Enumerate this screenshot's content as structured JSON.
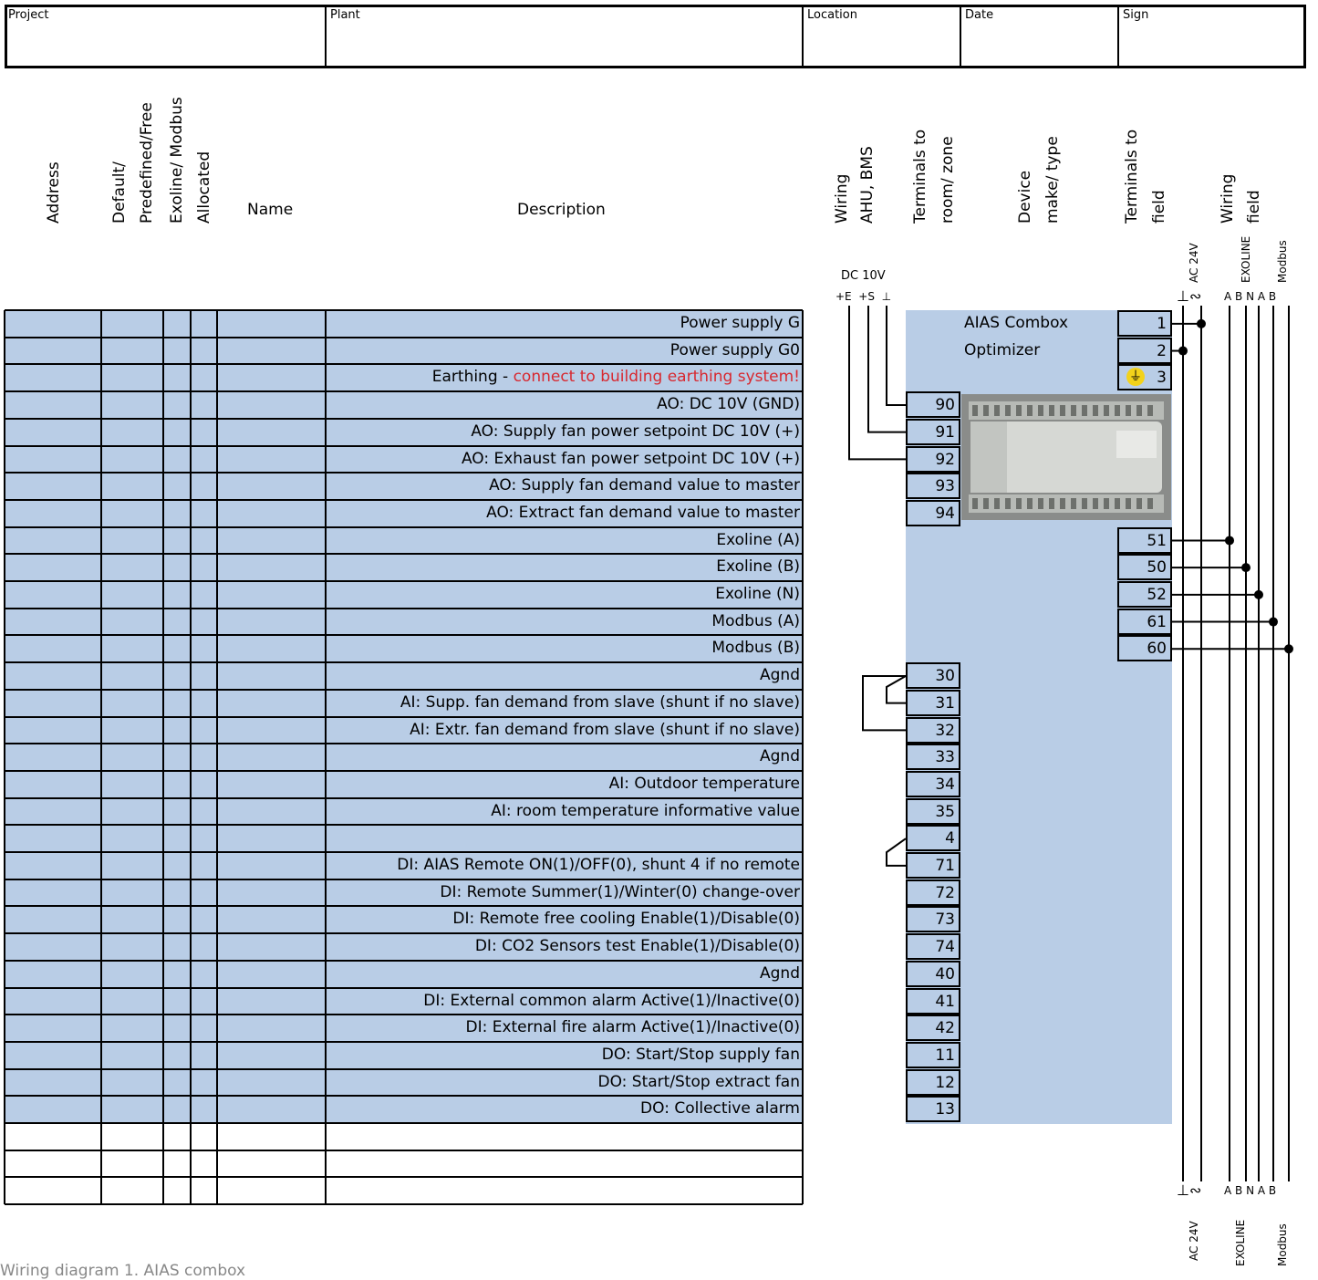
{
  "header": {
    "project_label": "Project",
    "plant_label": "Plant",
    "location_label": "Location",
    "date_label": "Date",
    "sign_label": "Sign"
  },
  "columns": {
    "address": "Address",
    "default_l1": "Default/",
    "default_l2": "Predefined/Free",
    "exoline_l1": "Exoline/ Modbus",
    "exoline_l2": "Allocated",
    "name": "Name",
    "description": "Description",
    "wiring_l1": "Wiring",
    "wiring_l2": "AHU, BMS",
    "terminals_room_l1": "Terminals to",
    "terminals_room_l2": "room/ zone",
    "device_l1": "Device",
    "device_l2": "make/ type",
    "terminals_field_l1": "Terminals to",
    "terminals_field_l2": "field",
    "wiring_field_l1": "Wiring",
    "wiring_field_l2": "field"
  },
  "dc_label": "DC 10V",
  "dc_terminals": "+E  +S  ⊥",
  "device_name_l1": "AIAS Combox",
  "device_name_l2": "Optimizer",
  "bus_top": {
    "symbols": "⊥∾",
    "abnab": "A B N A B",
    "ac": "AC 24V",
    "exoline": "EXOLINE",
    "modbus": "Modbus"
  },
  "rows": [
    {
      "desc": "Power supply G",
      "red": "",
      "room": "",
      "field": "1"
    },
    {
      "desc": "Power supply G0",
      "red": "",
      "room": "",
      "field": "2"
    },
    {
      "desc": "Earthing - ",
      "red": "connect to building earthing system!",
      "room": "",
      "field": "3"
    },
    {
      "desc": "AO: DC 10V (GND)",
      "red": "",
      "room": "90",
      "field": ""
    },
    {
      "desc": "AO: Supply fan power setpoint DC 10V (+)",
      "red": "",
      "room": "91",
      "field": ""
    },
    {
      "desc": "AO: Exhaust fan power setpoint DC 10V (+)",
      "red": "",
      "room": "92",
      "field": ""
    },
    {
      "desc": "AO: Supply fan demand value to master",
      "red": "",
      "room": "93",
      "field": ""
    },
    {
      "desc": "AO: Extract fan demand value to master",
      "red": "",
      "room": "94",
      "field": ""
    },
    {
      "desc": "Exoline (A)",
      "red": "",
      "room": "",
      "field": "51"
    },
    {
      "desc": "Exoline (B)",
      "red": "",
      "room": "",
      "field": "50"
    },
    {
      "desc": "Exoline (N)",
      "red": "",
      "room": "",
      "field": "52"
    },
    {
      "desc": "Modbus (A)",
      "red": "",
      "room": "",
      "field": "61"
    },
    {
      "desc": "Modbus (B)",
      "red": "",
      "room": "",
      "field": "60"
    },
    {
      "desc": "Agnd",
      "red": "",
      "room": "30",
      "field": ""
    },
    {
      "desc": "AI: Supp. fan demand from slave (shunt if no slave)",
      "red": "",
      "room": "31",
      "field": ""
    },
    {
      "desc": "AI: Extr. fan demand from slave (shunt if no slave)",
      "red": "",
      "room": "32",
      "field": ""
    },
    {
      "desc": "Agnd",
      "red": "",
      "room": "33",
      "field": ""
    },
    {
      "desc": "AI: Outdoor temperature",
      "red": "",
      "room": "34",
      "field": ""
    },
    {
      "desc": "AI: room temperature informative value ",
      "red": "",
      "room": "35",
      "field": ""
    },
    {
      "desc": "",
      "red": "",
      "room": "4",
      "field": ""
    },
    {
      "desc": "DI: AIAS Remote ON(1)/OFF(0), shunt 4 if no remote",
      "red": "",
      "room": "71",
      "field": ""
    },
    {
      "desc": "DI: Remote Summer(1)/Winter(0) change-over",
      "red": "",
      "room": "72",
      "field": ""
    },
    {
      "desc": "DI: Remote free cooling Enable(1)/Disable(0)",
      "red": "",
      "room": "73",
      "field": ""
    },
    {
      "desc": "DI: CO2 Sensors test Enable(1)/Disable(0)",
      "red": "",
      "room": "74",
      "field": ""
    },
    {
      "desc": "Agnd",
      "red": "",
      "room": "40",
      "field": ""
    },
    {
      "desc": "DI: External common alarm Active(1)/Inactive(0)",
      "red": "",
      "room": "41",
      "field": ""
    },
    {
      "desc": "DI: External fire alarm Active(1)/Inactive(0)",
      "red": "",
      "room": "42",
      "field": ""
    },
    {
      "desc": "DO: Start/Stop supply fan",
      "red": "",
      "room": "11",
      "field": ""
    },
    {
      "desc": "DO: Start/Stop extract fan",
      "red": "",
      "room": "12",
      "field": ""
    },
    {
      "desc": "DO: Collective alarm",
      "red": "",
      "room": "13",
      "field": ""
    }
  ],
  "empty_rows": 3,
  "caption": "Wiring diagram 1. AIAS combox",
  "colors": {
    "fill": "#b9cde6",
    "red": "#d8282f",
    "earth": "#f2d21b"
  }
}
